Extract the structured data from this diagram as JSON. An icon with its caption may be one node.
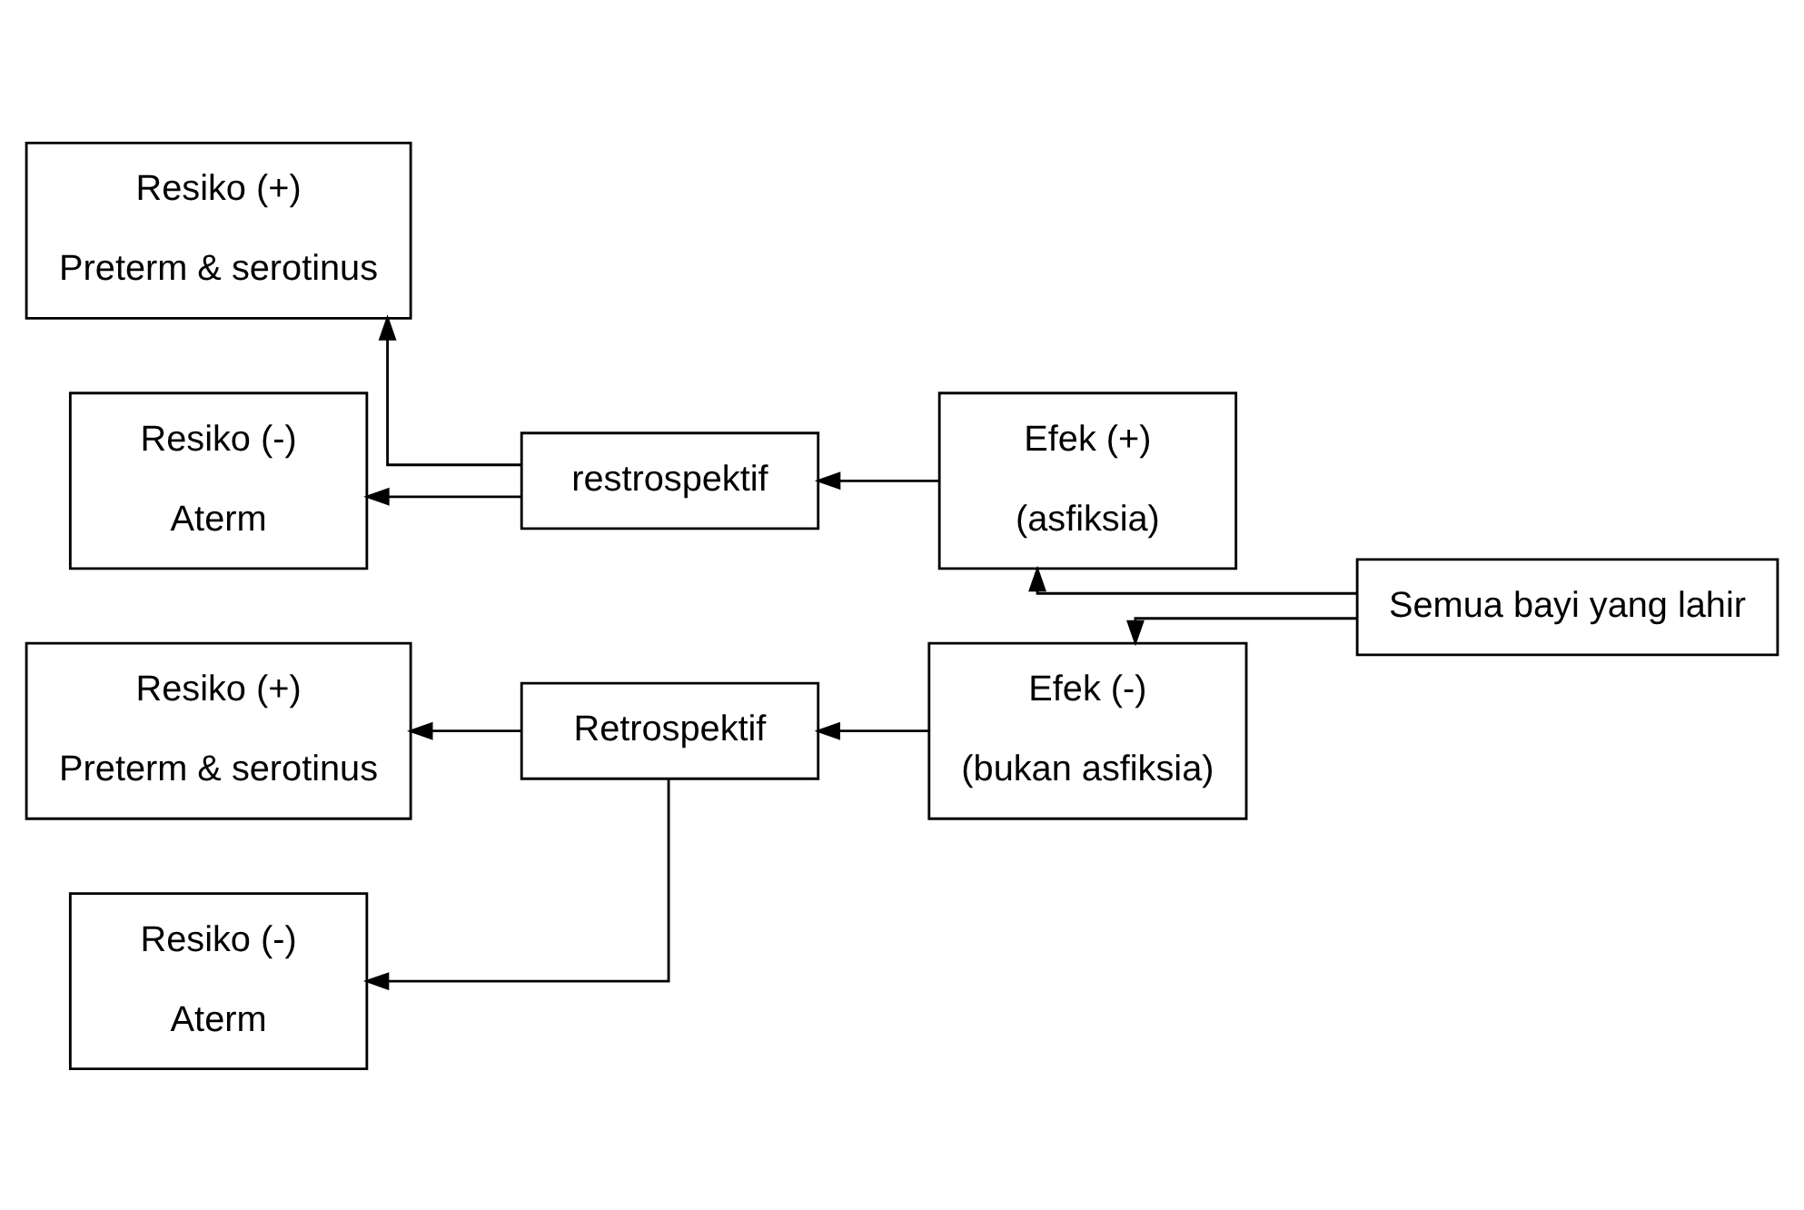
{
  "diagram": {
    "nodes": [
      {
        "text": [
          "Semua bayi yang lahir"
        ]
      },
      {
        "text": [
          "Efek (+)",
          "(asfiksia)"
        ]
      },
      {
        "text": [
          "Efek (-)",
          "(bukan asfiksia)"
        ]
      },
      {
        "text": [
          "restrospektif"
        ]
      },
      {
        "text": [
          "Retrospektif"
        ]
      },
      {
        "text": [
          "Resiko (+)",
          "Preterm & serotinus"
        ]
      },
      {
        "text": [
          "Resiko (-)",
          "Aterm"
        ]
      },
      {
        "text": [
          "Resiko (+)",
          "Preterm & serotinus"
        ]
      },
      {
        "text": [
          "Resiko (-)",
          "Aterm"
        ]
      }
    ],
    "edges": [
      {
        "from": 0,
        "to": 1,
        "arrow": "to"
      },
      {
        "from": 0,
        "to": 2,
        "arrow": "to"
      },
      {
        "from": 1,
        "to": 3,
        "arrow": "to"
      },
      {
        "from": 2,
        "to": 4,
        "arrow": "to"
      },
      {
        "from": 3,
        "to": 5,
        "arrow": "to"
      },
      {
        "from": 3,
        "to": 6,
        "arrow": "to"
      },
      {
        "from": 4,
        "to": 7,
        "arrow": "to"
      },
      {
        "from": 4,
        "to": 8,
        "arrow": "to"
      }
    ]
  }
}
